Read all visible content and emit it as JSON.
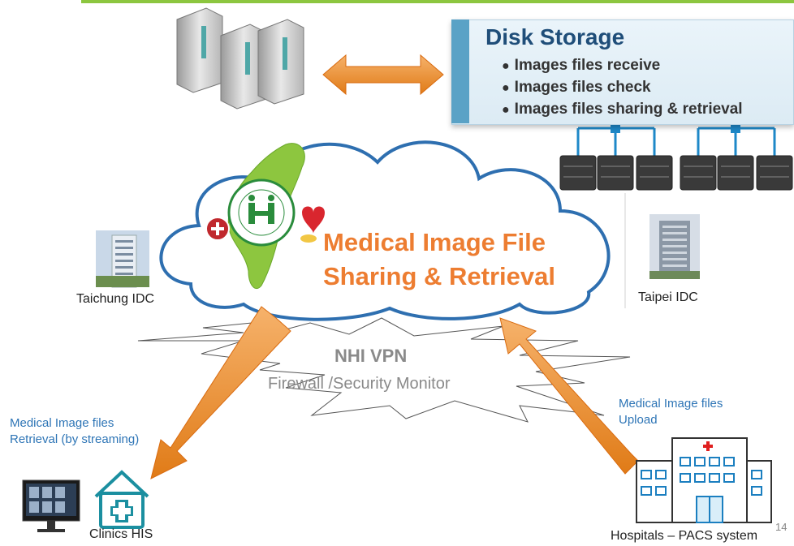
{
  "storage": {
    "title": "Disk Storage",
    "items": [
      "Images files receive",
      "Images files check",
      "Images files sharing & retrieval"
    ]
  },
  "cloud": {
    "line1": "Medical Image File",
    "line2": "Sharing & Retrieval"
  },
  "idc": {
    "left": "Taichung IDC",
    "right": "Taipei IDC"
  },
  "vpn": {
    "title": "NHI VPN",
    "subtitle": "Firewall /Security Monitor"
  },
  "retrieval": {
    "line1": "Medical Image files",
    "line2": "Retrieval (by streaming)"
  },
  "upload": {
    "line1": "Medical Image files",
    "line2": "Upload"
  },
  "endpoints": {
    "clinics": "Clinics HIS",
    "hospitals": "Hospitals – PACS system"
  },
  "page_number": "14",
  "colors": {
    "accent_orange": "#ed7d31",
    "title_blue": "#1f4e79",
    "label_blue": "#2e75b6",
    "cloud_border": "#2e6fb0",
    "taiwan_green": "#8dc63f"
  },
  "icons": [
    "server-rack-icon",
    "double-arrow-icon",
    "network-storage-icon",
    "building-icon",
    "taiwan-map-icon",
    "nhi-logo-icon",
    "monitor-icon",
    "clinic-house-icon",
    "hospital-icon"
  ]
}
